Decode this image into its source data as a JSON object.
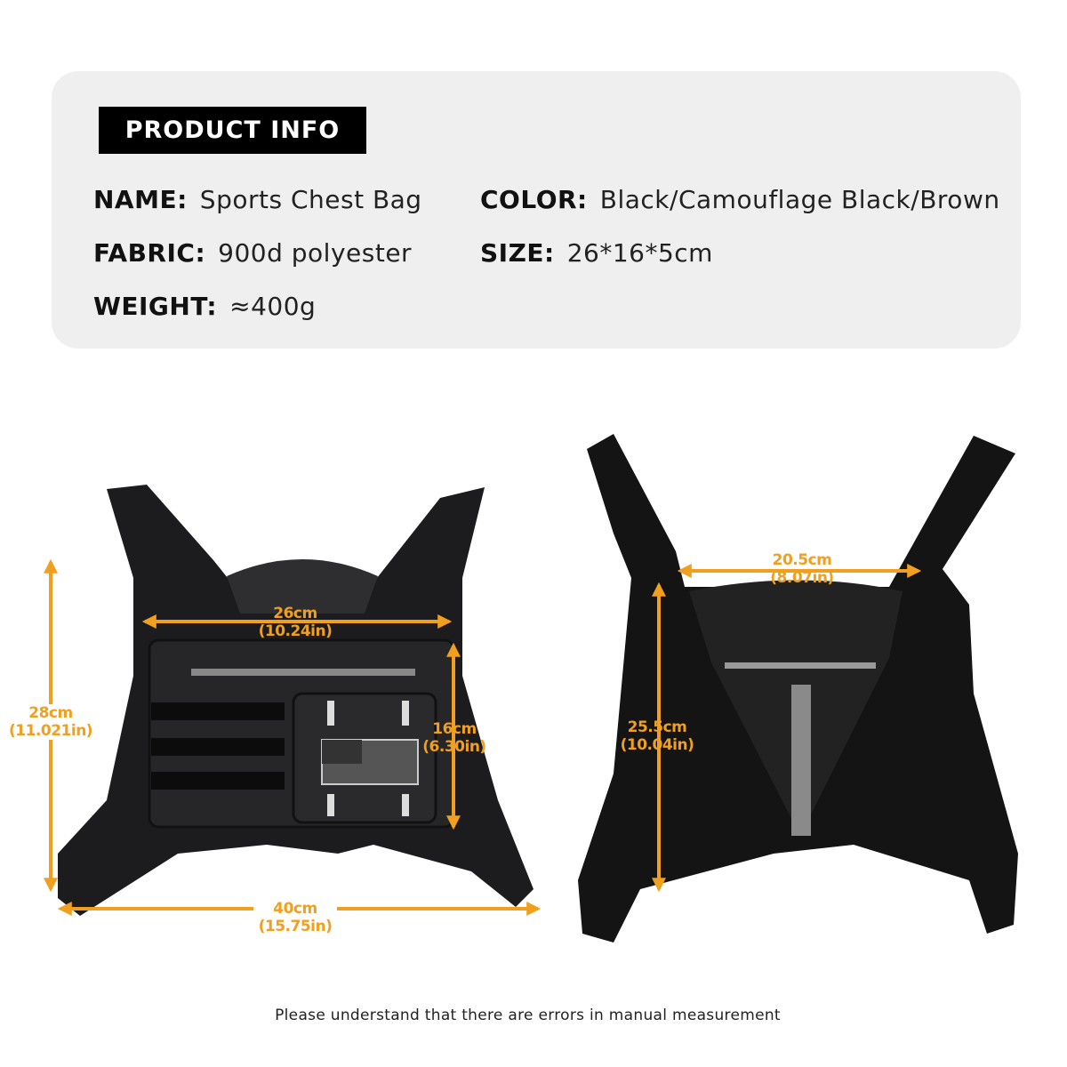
{
  "info": {
    "title": "PRODUCT INFO",
    "name_label": "NAME:",
    "name_value": "Sports Chest Bag",
    "color_label": "COLOR:",
    "color_value": "Black/Camouflage Black/Brown",
    "fabric_label": "FABRIC:",
    "fabric_value": "900d polyester",
    "size_label": "SIZE:",
    "size_value": "26*16*5cm",
    "weight_label": "WEIGHT:",
    "weight_value": "≈400g"
  },
  "front": {
    "top_width": {
      "cm": "26cm",
      "in": "(10.24in)"
    },
    "height": {
      "cm": "28cm",
      "in": "(11.021in)"
    },
    "pocket_height": {
      "cm": "16cm",
      "in": "(6.30in)"
    },
    "bottom_width": {
      "cm": "40cm",
      "in": "(15.75in)"
    }
  },
  "back": {
    "top_width": {
      "cm": "20.5cm",
      "in": "(8.07in)"
    },
    "height": {
      "cm": "25.5cm",
      "in": "(10.04in)"
    }
  },
  "accent_color": "#f0a01e",
  "note": "Please understand that there are errors in manual measurement"
}
